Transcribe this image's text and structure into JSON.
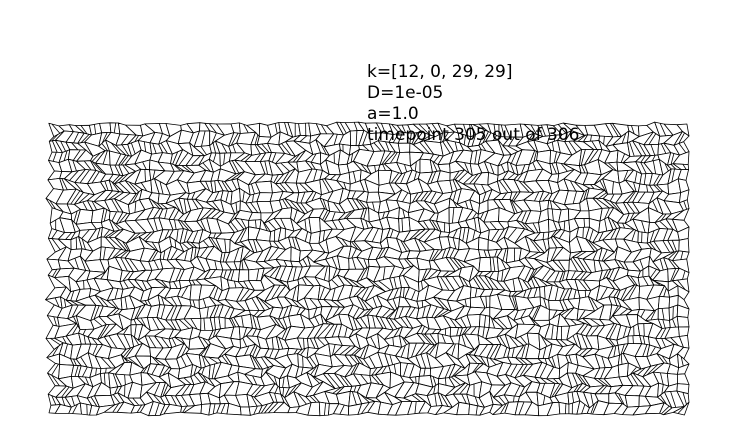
{
  "annotation": {
    "lines": [
      "k=[12, 0, 29, 29]",
      "D=1e-05",
      "a=1.0",
      "timepoint 305 out of 306"
    ]
  },
  "colors": {
    "background": "#ffffff",
    "cell_fill": "#ffffff",
    "cell_edge": "#000000"
  }
}
